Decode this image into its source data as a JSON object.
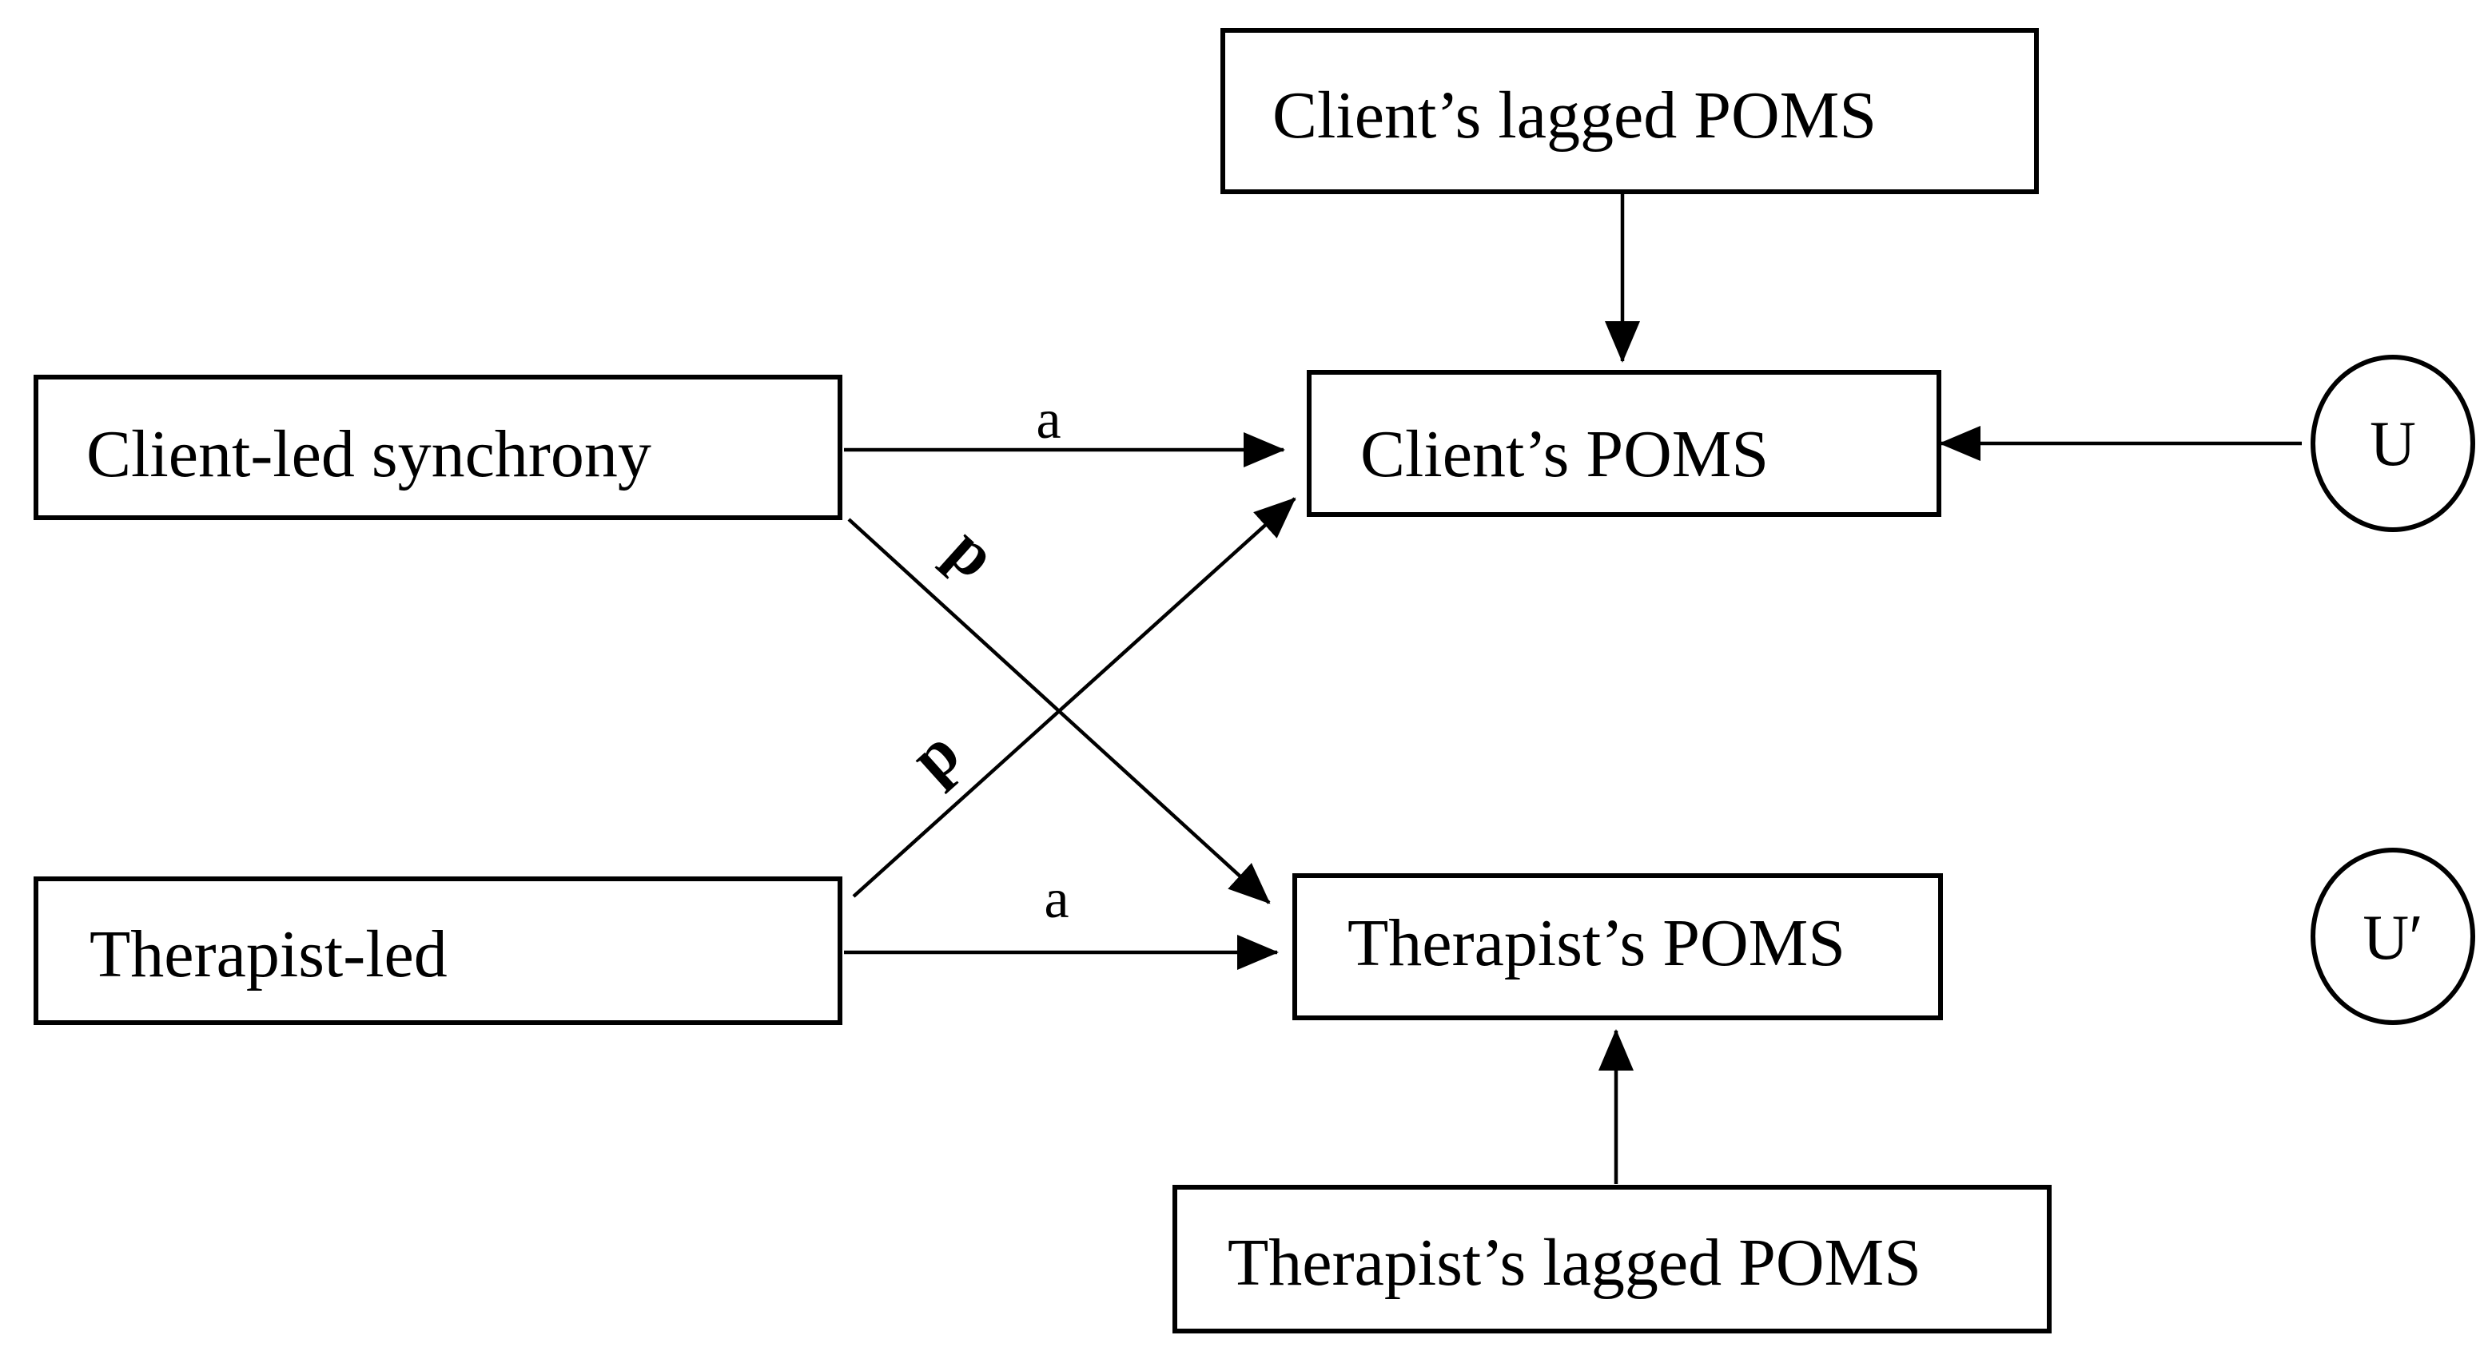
{
  "diagram": {
    "nodes": {
      "client_lagged": "Client’s lagged POMS",
      "client_led": "Client-led synchrony",
      "client_poms": "Client’s POMS",
      "therapist_led": "Therapist-led",
      "therapist_poms": "Therapist’s POMS",
      "therapist_lagged": "Therapist’s lagged POMS",
      "u": "U",
      "u_prime": "U′"
    },
    "edges": {
      "actor_label": "a",
      "partner_label": "p"
    },
    "colors": {
      "stroke": "#000000",
      "background": "#ffffff"
    }
  }
}
